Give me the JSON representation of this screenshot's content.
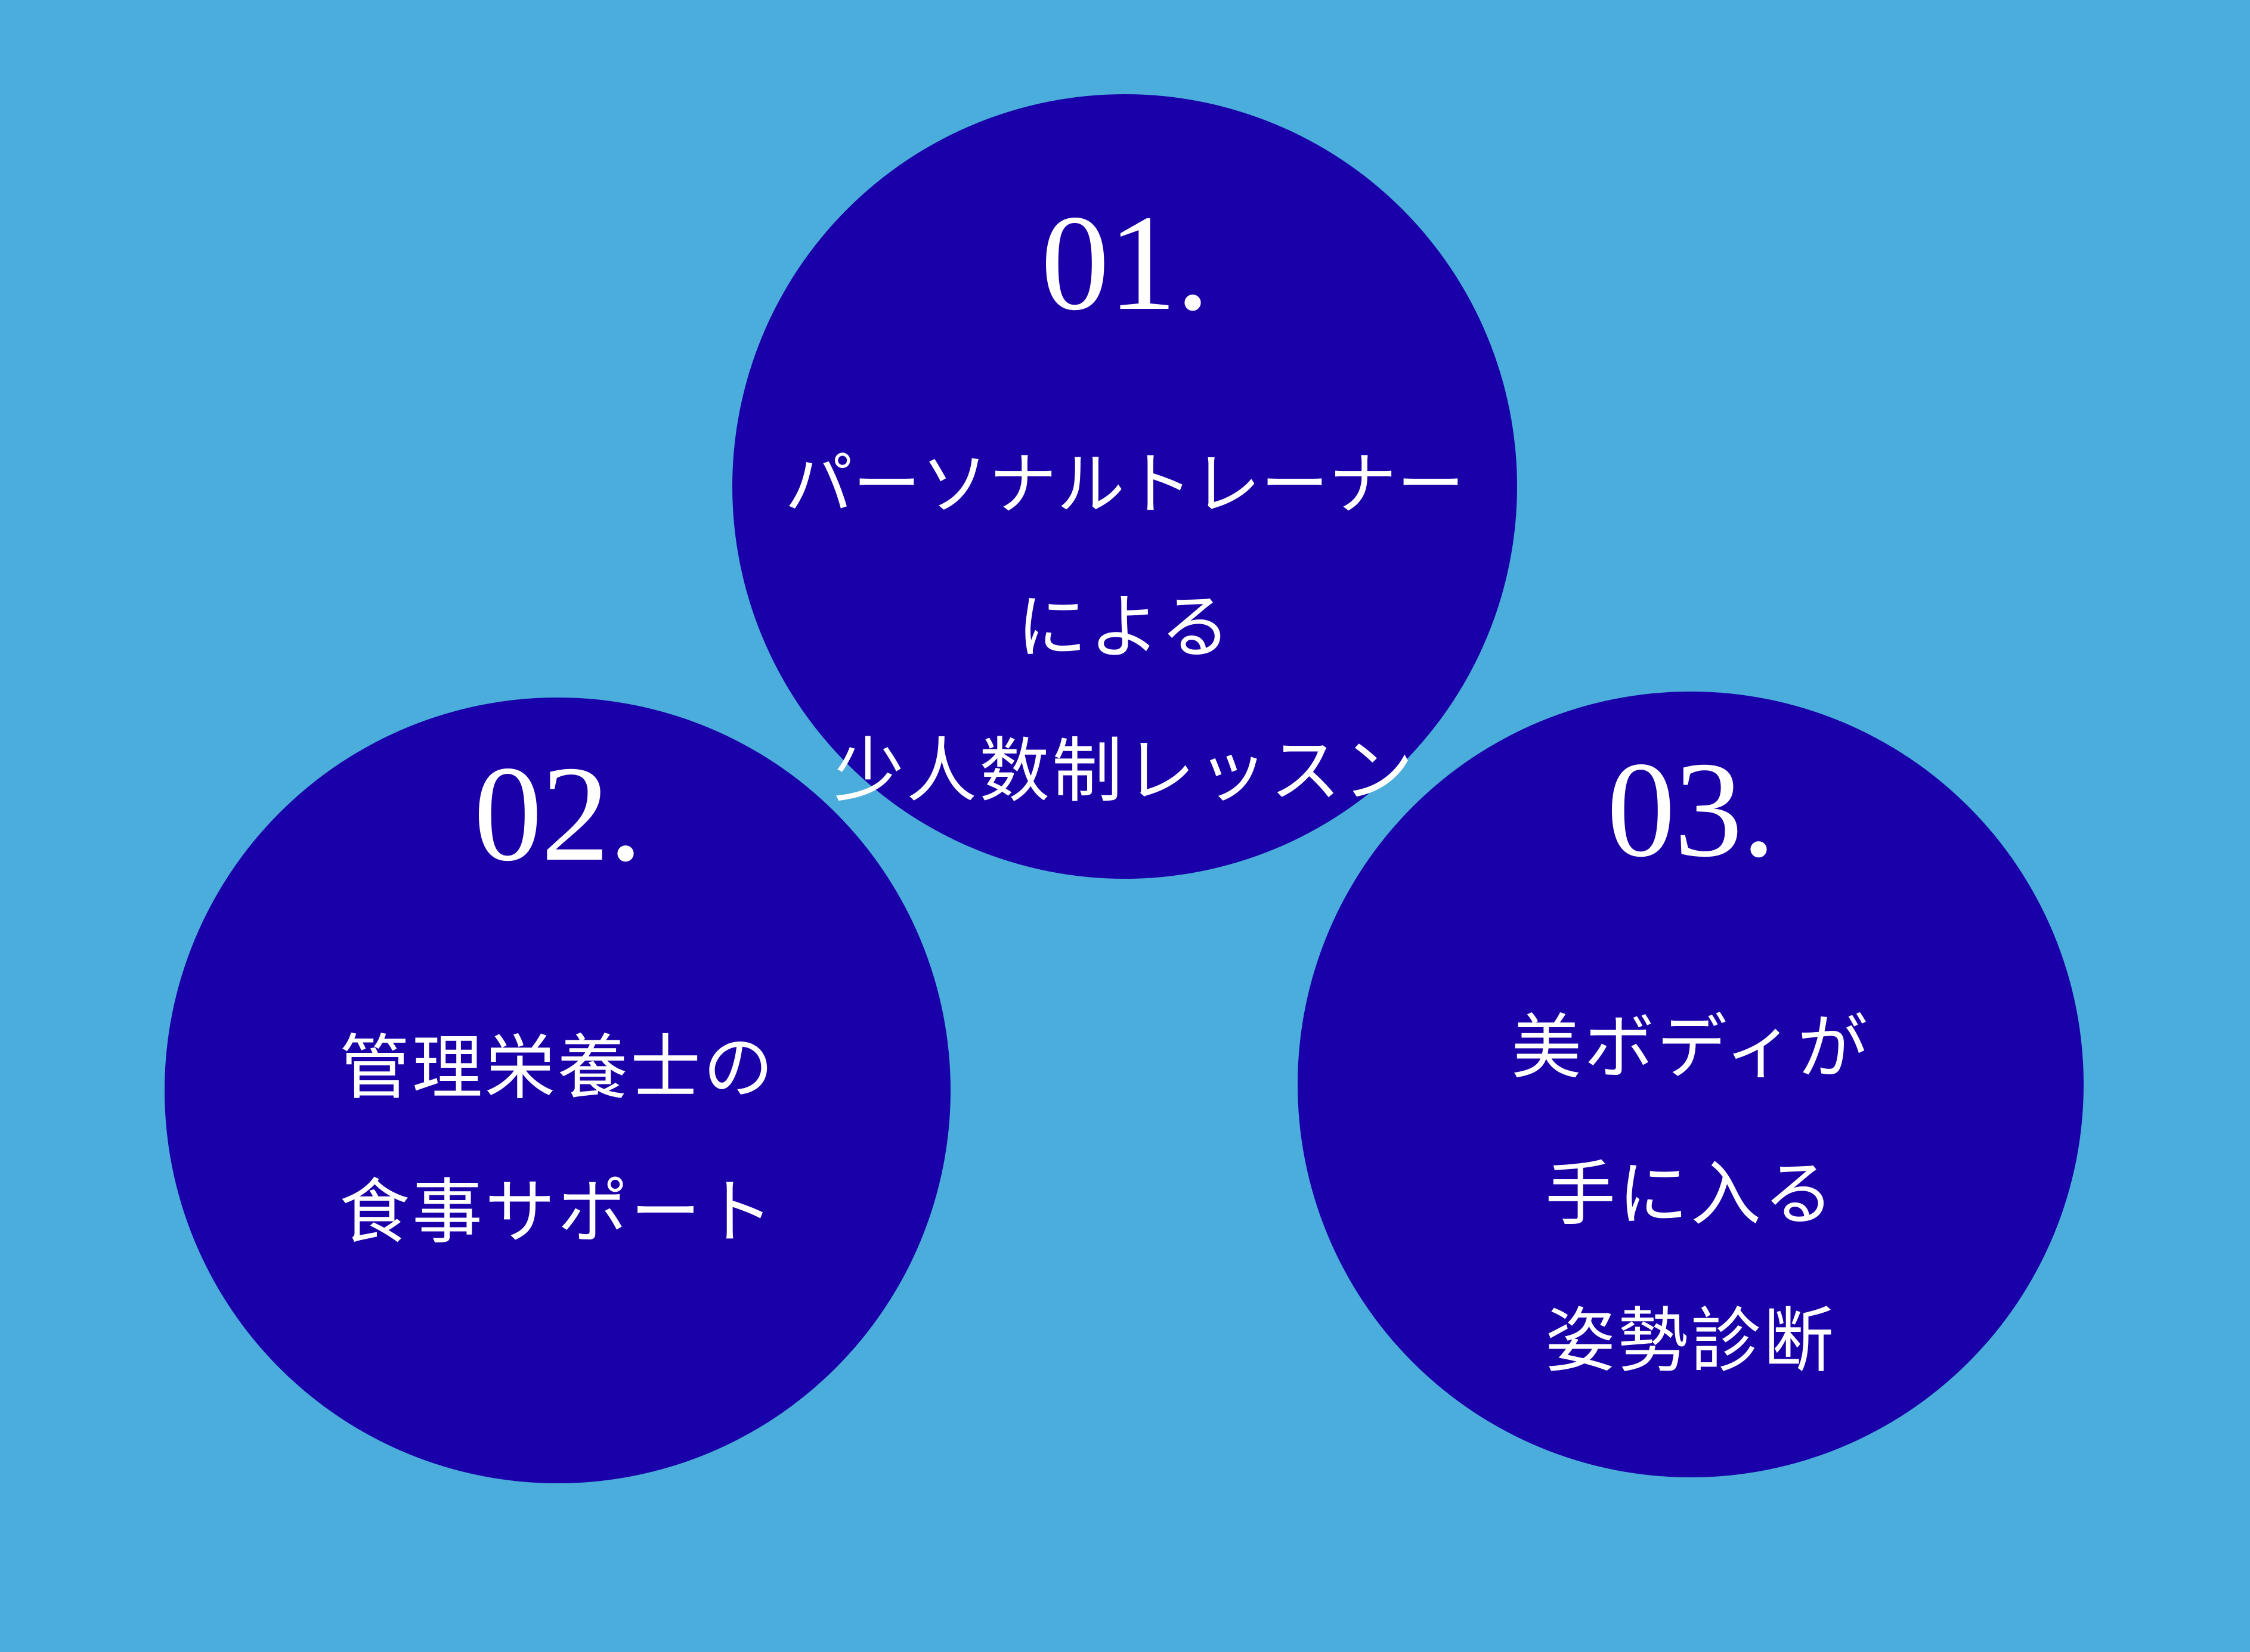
{
  "colors": {
    "background": "#4AADDB",
    "circle_fill": "#1A00A8",
    "text": "#FFFFFF"
  },
  "features": [
    {
      "number": "01.",
      "lines": [
        "パーソナルトレーナー",
        "による",
        "少人数制レッスン"
      ]
    },
    {
      "number": "02.",
      "lines": [
        "管理栄養士の",
        "食事サポート"
      ]
    },
    {
      "number": "03.",
      "lines": [
        "美ボディが",
        "手に入る",
        "姿勢診断"
      ]
    }
  ]
}
